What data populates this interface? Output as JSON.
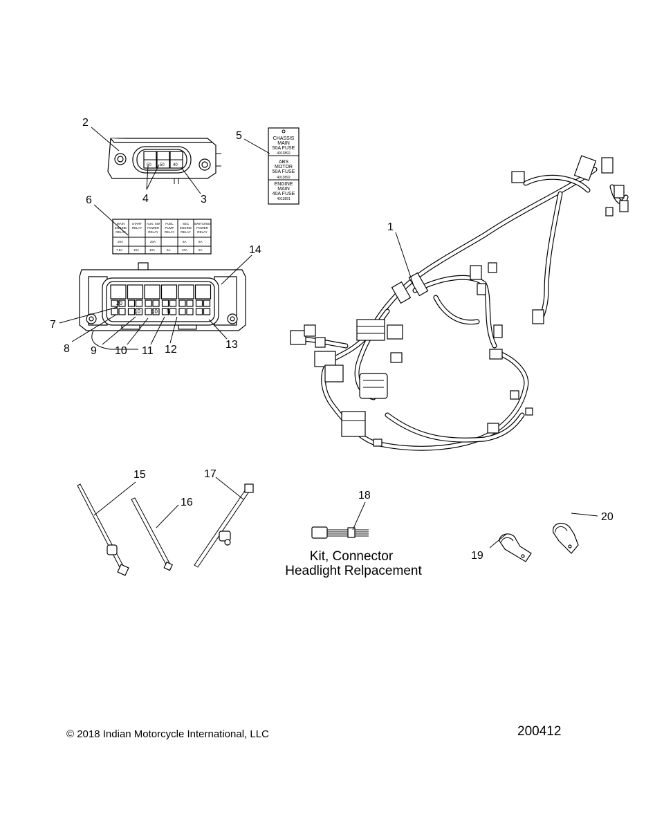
{
  "callouts": [
    "1",
    "2",
    "3",
    "4",
    "5",
    "6",
    "7",
    "8",
    "9",
    "10",
    "11",
    "12",
    "13",
    "14",
    "15",
    "16",
    "17",
    "18",
    "19",
    "20"
  ],
  "fuse_label_5": {
    "sections": [
      {
        "lines": [
          "CHASSIS",
          "MAIN",
          "50A  FUSE"
        ],
        "part": "4013892"
      },
      {
        "lines": [
          "ABS",
          "MOTOR",
          "50A  FUSE"
        ],
        "part": "4013892"
      },
      {
        "lines": [
          "ENGINE",
          "MAIN",
          "40A  FUSE"
        ],
        "part": "4013891"
      }
    ]
  },
  "fuse_box_values": [
    "50",
    "50",
    "40"
  ],
  "relay_label_6": {
    "headers": [
      [
        "MAIN",
        "ENGINE",
        "RELAY"
      ],
      [
        "START",
        "RELAY"
      ],
      [
        "AUX. SW",
        "POWER",
        "RELAY"
      ],
      [
        "FUEL",
        "PUMP",
        "RELAY"
      ],
      [
        "SEC",
        "ENGINE",
        "RELAY"
      ],
      [
        "SWITCHED",
        "POWER",
        "RELAY"
      ]
    ],
    "row2": [
      "20A",
      "20A",
      "5A",
      "5A"
    ],
    "row3": [
      "7.5A",
      "10A",
      "10A",
      "5A",
      "10A",
      "5A"
    ]
  },
  "relay_box_values": [
    "20",
    "10",
    "10",
    "5"
  ],
  "kit_caption": [
    "Kit, Connector",
    "Headlight Relpacement"
  ],
  "copyright": "© 2018 Indian Motorcycle International, LLC",
  "figure_ref": "200412"
}
